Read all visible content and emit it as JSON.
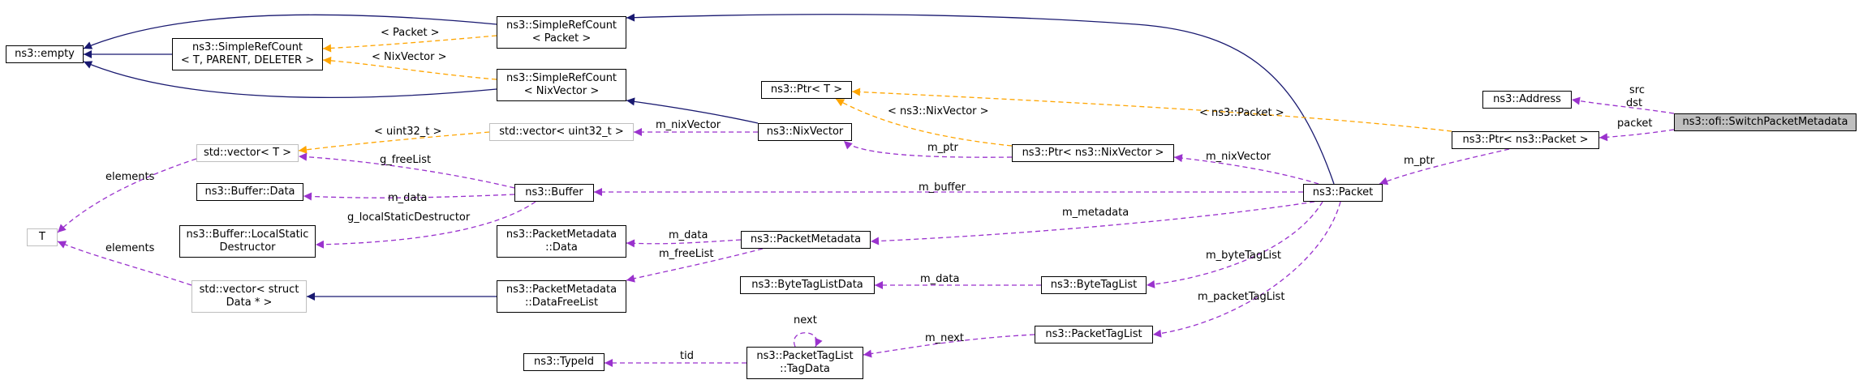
{
  "colors": {
    "inheritance": "#191970",
    "template": "#ffa500",
    "usage": "#9a32cd",
    "node_border": "#000000",
    "ghost_border": "#bfbfbf",
    "focus_fill": "#bfbfbf"
  },
  "nodes": {
    "empty": {
      "lines": [
        "ns3::empty"
      ]
    },
    "srcTemplate": {
      "lines": [
        "ns3::SimpleRefCount",
        "< T, PARENT, DELETER >"
      ]
    },
    "srcPacket": {
      "lines": [
        "ns3::SimpleRefCount",
        "< Packet >"
      ]
    },
    "srcNixVector": {
      "lines": [
        "ns3::SimpleRefCount",
        "< NixVector >"
      ]
    },
    "ptrT": {
      "lines": [
        "ns3::Ptr< T >"
      ]
    },
    "vecUint": {
      "lines": [
        "std::vector< uint32_t >"
      ]
    },
    "nixVector": {
      "lines": [
        "ns3::NixVector"
      ]
    },
    "ptrNix": {
      "lines": [
        "ns3::Ptr< ns3::NixVector >"
      ]
    },
    "address": {
      "lines": [
        "ns3::Address"
      ]
    },
    "ptrPacket": {
      "lines": [
        "ns3::Ptr< ns3::Packet >"
      ]
    },
    "switchMeta": {
      "lines": [
        "ns3::ofi::SwitchPacketMetadata"
      ]
    },
    "vecT": {
      "lines": [
        "std::vector< T >"
      ]
    },
    "bufferData": {
      "lines": [
        "ns3::Buffer::Data"
      ]
    },
    "buffer": {
      "lines": [
        "ns3::Buffer"
      ]
    },
    "packet": {
      "lines": [
        "ns3::Packet"
      ]
    },
    "T": {
      "lines": [
        "T"
      ]
    },
    "localStatic": {
      "lines": [
        "ns3::Buffer::LocalStatic",
        "Destructor"
      ]
    },
    "pmData": {
      "lines": [
        "ns3::PacketMetadata",
        "::Data"
      ]
    },
    "packetMetadata": {
      "lines": [
        "ns3::PacketMetadata"
      ]
    },
    "vecStruct": {
      "lines": [
        "std::vector< struct",
        "Data * >"
      ]
    },
    "dataFreeList": {
      "lines": [
        "ns3::PacketMetadata",
        "::DataFreeList"
      ]
    },
    "byteTagListData": {
      "lines": [
        "ns3::ByteTagListData"
      ]
    },
    "byteTagList": {
      "lines": [
        "ns3::ByteTagList"
      ]
    },
    "packetTagList": {
      "lines": [
        "ns3::PacketTagList"
      ]
    },
    "typeId": {
      "lines": [
        "ns3::TypeId"
      ]
    },
    "tagData": {
      "lines": [
        "ns3::PacketTagList",
        "::TagData"
      ]
    }
  },
  "edges": [
    {
      "id": "e1",
      "kind": "inheritance",
      "from": "srcTemplate",
      "to": "empty",
      "label": []
    },
    {
      "id": "e2",
      "kind": "inheritance",
      "from": "srcPacket",
      "to": "empty",
      "label": []
    },
    {
      "id": "e3",
      "kind": "inheritance",
      "from": "srcNixVector",
      "to": "empty",
      "label": []
    },
    {
      "id": "e4",
      "kind": "template",
      "from": "srcPacket",
      "to": "srcTemplate",
      "label": [
        "< Packet >"
      ]
    },
    {
      "id": "e5",
      "kind": "template",
      "from": "srcNixVector",
      "to": "srcTemplate",
      "label": [
        "< NixVector >"
      ]
    },
    {
      "id": "e6",
      "kind": "inheritance",
      "from": "packet",
      "to": "srcPacket",
      "label": []
    },
    {
      "id": "e7",
      "kind": "inheritance",
      "from": "nixVector",
      "to": "srcNixVector",
      "label": []
    },
    {
      "id": "e8",
      "kind": "template",
      "from": "ptrNix",
      "to": "ptrT",
      "label": [
        "< ns3::NixVector >"
      ]
    },
    {
      "id": "e9",
      "kind": "template",
      "from": "ptrPacket",
      "to": "ptrT",
      "label": [
        "< ns3::Packet >"
      ]
    },
    {
      "id": "e10",
      "kind": "template",
      "from": "vecUint",
      "to": "vecT",
      "label": [
        "< uint32_t >"
      ]
    },
    {
      "id": "e11",
      "kind": "usage",
      "from": "nixVector",
      "to": "vecUint",
      "label": [
        "m_nixVector"
      ]
    },
    {
      "id": "e12",
      "kind": "usage",
      "from": "ptrNix",
      "to": "nixVector",
      "label": [
        "m_ptr"
      ]
    },
    {
      "id": "e13",
      "kind": "usage",
      "from": "switchMeta",
      "to": "address",
      "label": [
        "src",
        "dst"
      ]
    },
    {
      "id": "e14",
      "kind": "usage",
      "from": "switchMeta",
      "to": "ptrPacket",
      "label": [
        "packet"
      ]
    },
    {
      "id": "e15",
      "kind": "usage",
      "from": "ptrPacket",
      "to": "packet",
      "label": [
        "m_ptr"
      ]
    },
    {
      "id": "e16",
      "kind": "usage",
      "from": "packet",
      "to": "ptrNix",
      "label": [
        "m_nixVector"
      ]
    },
    {
      "id": "e17",
      "kind": "usage",
      "from": "packet",
      "to": "buffer",
      "label": [
        "m_buffer"
      ]
    },
    {
      "id": "e18",
      "kind": "usage",
      "from": "buffer",
      "to": "vecT",
      "label": [
        "g_freeList"
      ]
    },
    {
      "id": "e19",
      "kind": "usage",
      "from": "buffer",
      "to": "bufferData",
      "label": [
        "m_data"
      ]
    },
    {
      "id": "e20",
      "kind": "usage",
      "from": "buffer",
      "to": "localStatic",
      "label": [
        "g_localStaticDestructor"
      ]
    },
    {
      "id": "e21",
      "kind": "usage",
      "from": "vecT",
      "to": "T",
      "label": [
        "elements"
      ]
    },
    {
      "id": "e22",
      "kind": "usage",
      "from": "vecStruct",
      "to": "T",
      "label": [
        "elements"
      ]
    },
    {
      "id": "e23",
      "kind": "inheritance",
      "from": "dataFreeList",
      "to": "vecStruct",
      "label": []
    },
    {
      "id": "e24",
      "kind": "usage",
      "from": "packet",
      "to": "packetMetadata",
      "label": [
        "m_metadata"
      ]
    },
    {
      "id": "e25",
      "kind": "usage",
      "from": "packetMetadata",
      "to": "pmData",
      "label": [
        "m_data"
      ]
    },
    {
      "id": "e26",
      "kind": "usage",
      "from": "packetMetadata",
      "to": "dataFreeList",
      "label": [
        "m_freeList"
      ]
    },
    {
      "id": "e27",
      "kind": "usage",
      "from": "packet",
      "to": "byteTagList",
      "label": [
        "m_byteTagList"
      ]
    },
    {
      "id": "e28",
      "kind": "usage",
      "from": "byteTagList",
      "to": "byteTagListData",
      "label": [
        "m_data"
      ]
    },
    {
      "id": "e29",
      "kind": "usage",
      "from": "packet",
      "to": "packetTagList",
      "label": [
        "m_packetTagList"
      ]
    },
    {
      "id": "e30",
      "kind": "usage",
      "from": "packetTagList",
      "to": "tagData",
      "label": [
        "m_next"
      ]
    },
    {
      "id": "e31",
      "kind": "usage",
      "from": "tagData",
      "to": "typeId",
      "label": [
        "tid"
      ]
    },
    {
      "id": "e32",
      "kind": "usage",
      "from": "tagData",
      "to": "tagData",
      "label": [
        "next"
      ]
    }
  ]
}
